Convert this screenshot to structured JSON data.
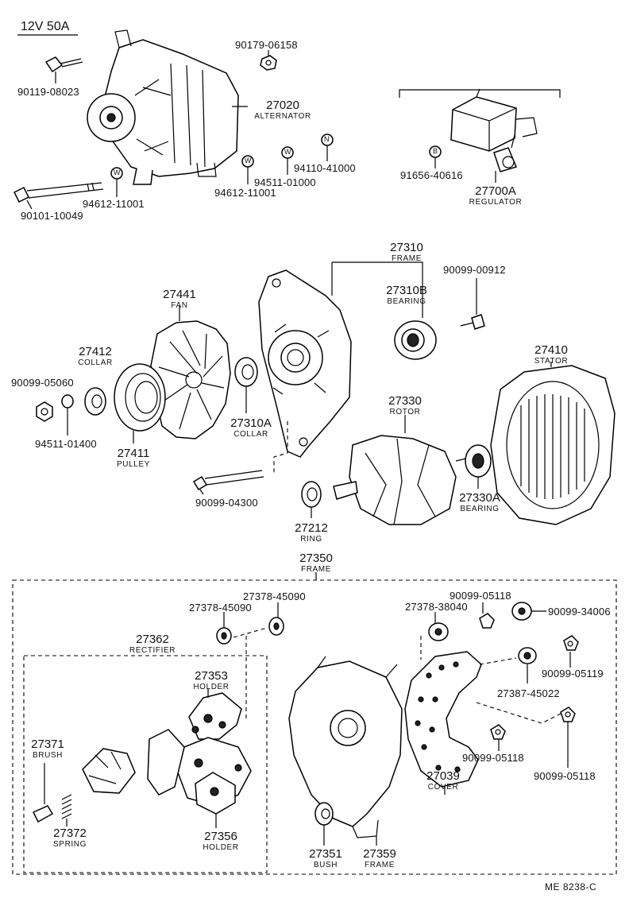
{
  "header": {
    "title": "12V 50A"
  },
  "footer": {
    "code": "ME  8238-C"
  },
  "parts": {
    "p_90119_08023": "90119-08023",
    "p_90179_06158": "90179-06158",
    "p_27020": "27020",
    "p_27020_name": "ALTERNATOR",
    "p_94612_11001_a": "94612-11001",
    "p_90101_10049": "90101-10049",
    "p_94612_11001_b": "94612-11001",
    "p_94511_01000": "94511-01000",
    "p_94110_41000": "94110-41000",
    "p_91656_40616": "91656-40616",
    "p_27700A": "27700A",
    "p_27700A_name": "REGULATOR",
    "p_27310": "27310",
    "p_27310_name": "FRAME",
    "p_27310B": "27310B",
    "p_27310B_name": "BEARING",
    "p_90099_00912": "90099-00912",
    "p_27441": "27441",
    "p_27441_name": "FAN",
    "p_27412": "27412",
    "p_27412_name": "COLLAR",
    "p_90099_05060": "90099-05060",
    "p_94511_01400": "94511-01400",
    "p_27411": "27411",
    "p_27411_name": "PULLEY",
    "p_27310A": "27310A",
    "p_27310A_name": "COLLAR",
    "p_27410": "27410",
    "p_27410_name": "STATOR",
    "p_27330": "27330",
    "p_27330_name": "ROTOR",
    "p_90099_04300": "90099-04300",
    "p_27330A": "27330A",
    "p_27330A_name": "BEARING",
    "p_27212": "27212",
    "p_27212_name": "RING",
    "p_27350": "27350",
    "p_27350_name": "FRAME",
    "p_27378_45090_a": "27378-45090",
    "p_27378_45090_b": "27378-45090",
    "p_27362": "27362",
    "p_27362_name": "RECTIFIER",
    "p_27353": "27353",
    "p_27353_name": "HOLDER",
    "p_27371": "27371",
    "p_27371_name": "BRUSH",
    "p_27372": "27372",
    "p_27372_name": "SPRING",
    "p_27356": "27356",
    "p_27356_name": "HOLDER",
    "p_27378_38040": "27378-38040",
    "p_90099_05118_a": "90099-05118",
    "p_90099_34006": "90099-34006",
    "p_90099_05119": "90099-05119",
    "p_27387_45022": "27387-45022",
    "p_90099_05118_b": "90099-05118",
    "p_27039": "27039",
    "p_27039_name": "COVER",
    "p_90099_05118_c": "90099-05118",
    "p_27351": "27351",
    "p_27351_name": "BUSH",
    "p_27359": "27359",
    "p_27359_name": "FRAME"
  },
  "markers": {
    "washer": "W",
    "nut": "N",
    "bolt": "B"
  }
}
